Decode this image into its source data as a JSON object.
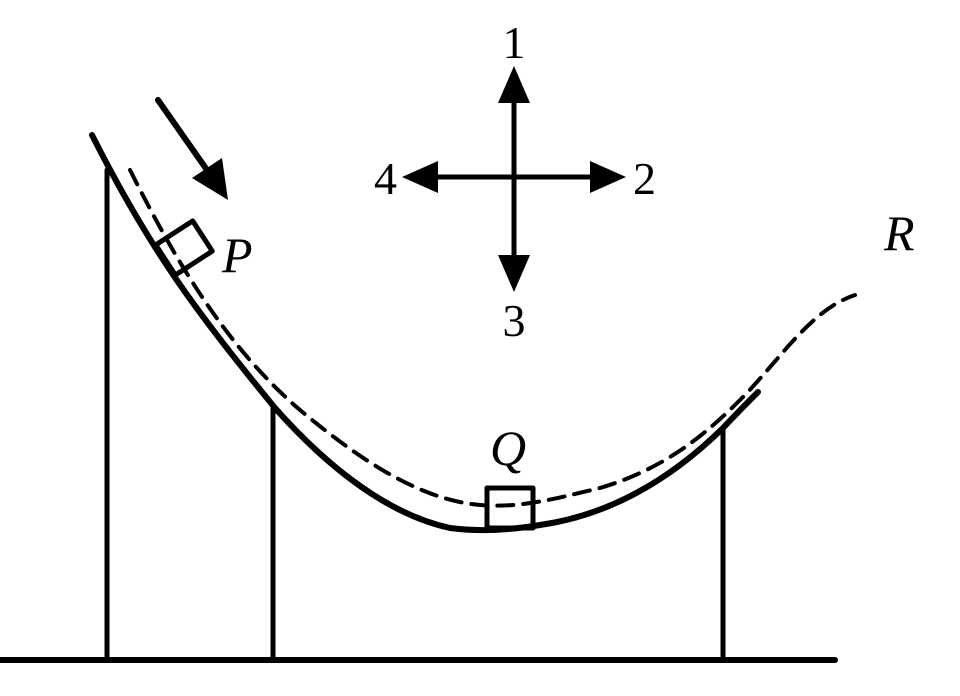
{
  "labels": {
    "block_p": "P",
    "block_q": "Q",
    "point_r": "R",
    "dir_up": "1",
    "dir_right": "2",
    "dir_down": "3",
    "dir_left": "4"
  },
  "colors": {
    "ink": "#000000",
    "background": "#ffffff"
  }
}
